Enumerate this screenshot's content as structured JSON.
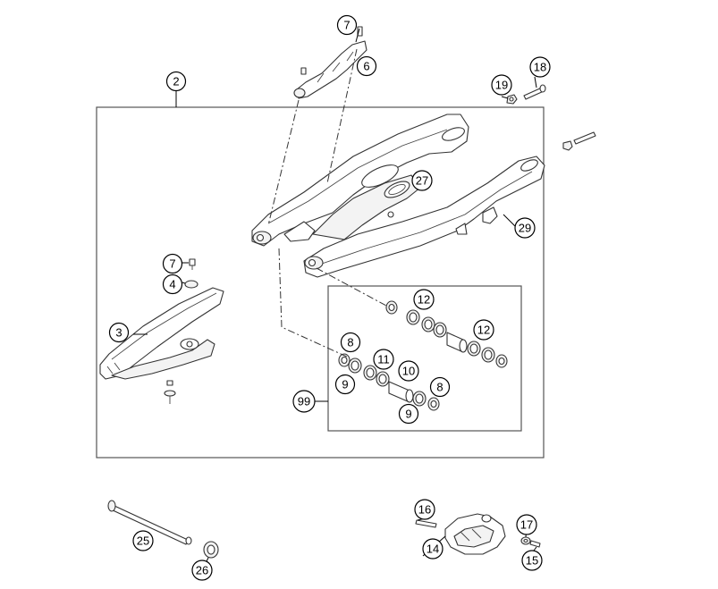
{
  "diagram": {
    "callouts": [
      {
        "id": "c-7-top",
        "label": "7"
      },
      {
        "id": "c-6",
        "label": "6"
      },
      {
        "id": "c-2",
        "label": "2"
      },
      {
        "id": "c-18",
        "label": "18"
      },
      {
        "id": "c-19",
        "label": "19"
      },
      {
        "id": "c-27",
        "label": "27"
      },
      {
        "id": "c-29",
        "label": "29"
      },
      {
        "id": "c-7-mid",
        "label": "7"
      },
      {
        "id": "c-4",
        "label": "4"
      },
      {
        "id": "c-3",
        "label": "3"
      },
      {
        "id": "c-12-a",
        "label": "12"
      },
      {
        "id": "c-12-b",
        "label": "12"
      },
      {
        "id": "c-8-a",
        "label": "8"
      },
      {
        "id": "c-11",
        "label": "11"
      },
      {
        "id": "c-10",
        "label": "10"
      },
      {
        "id": "c-9-a",
        "label": "9"
      },
      {
        "id": "c-8-b",
        "label": "8"
      },
      {
        "id": "c-99",
        "label": "99"
      },
      {
        "id": "c-9-b",
        "label": "9"
      },
      {
        "id": "c-16",
        "label": "16"
      },
      {
        "id": "c-17",
        "label": "17"
      },
      {
        "id": "c-14",
        "label": "14"
      },
      {
        "id": "c-15",
        "label": "15"
      },
      {
        "id": "c-25",
        "label": "25"
      },
      {
        "id": "c-26",
        "label": "26"
      }
    ]
  }
}
